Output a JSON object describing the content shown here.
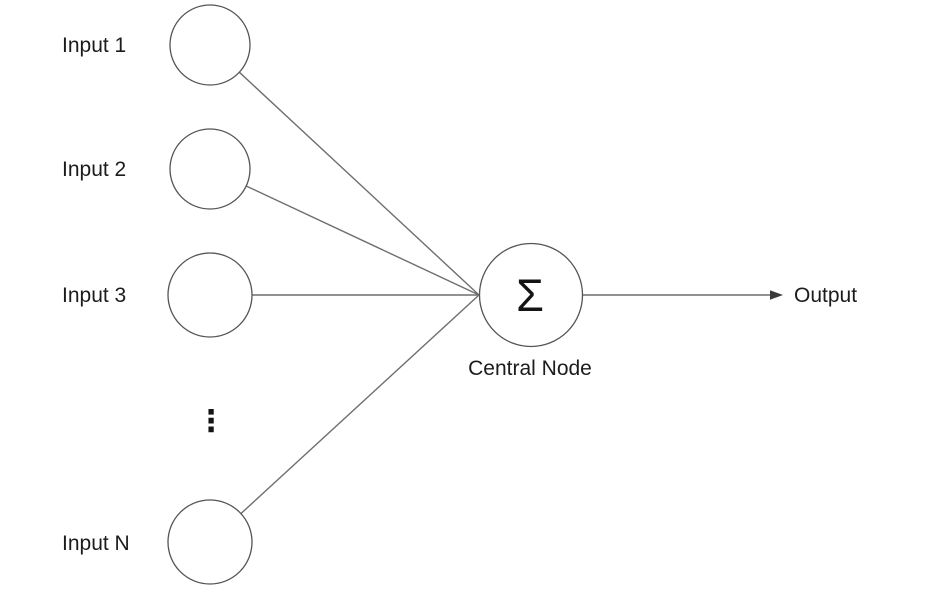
{
  "diagram": {
    "type": "node-link",
    "description": "Fan-in network: N input nodes connect to one central summation node which produces a single output",
    "inputs": [
      {
        "id": "input-1",
        "label": "Input 1"
      },
      {
        "id": "input-2",
        "label": "Input 2"
      },
      {
        "id": "input-3",
        "label": "Input 3"
      },
      {
        "id": "input-n",
        "label": "Input N"
      }
    ],
    "ellipsis": "⋮",
    "central": {
      "symbol": "Σ",
      "label": "Central Node"
    },
    "output": {
      "label": "Output"
    },
    "edges": [
      "Input 1 → Central Node",
      "Input 2 → Central Node",
      "Input 3 → Central Node",
      "Input N → Central Node",
      "Central Node → Output"
    ],
    "colors": {
      "background": "#ffffff",
      "edge_stroke": "#6e6e6e",
      "circle_stroke": "#555555",
      "text": "#1c1c1c"
    }
  }
}
